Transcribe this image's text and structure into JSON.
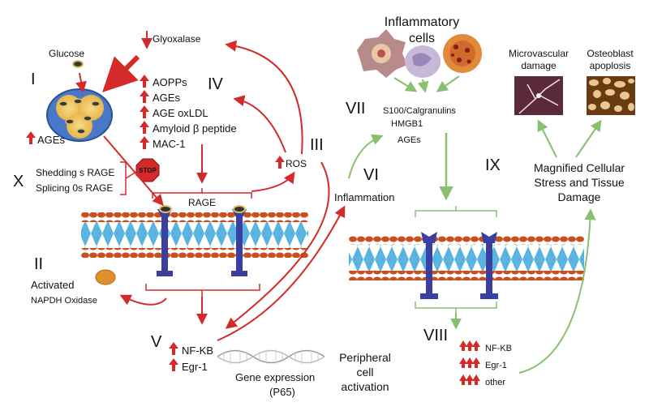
{
  "roman": {
    "I": "I",
    "II": "II",
    "III": "III",
    "IV": "IV",
    "V": "V",
    "VI": "VI",
    "VII": "VII",
    "VIII": "VIII",
    "IX": "IX",
    "X": "X"
  },
  "left": {
    "glucose": "Glucose",
    "glyoxalase": "Glyoxalase",
    "ages_up": "AGEs",
    "ligands": [
      "AOPPs",
      "AGEs",
      "AGE oxLDL",
      "Amyloid β peptide",
      "MAC-1"
    ],
    "shedding": "Shedding s RAGE",
    "splicing": "Splicing 0s RAGE",
    "stop": "STOP",
    "rage": "RAGE",
    "ros": "ROS",
    "activated": "Activated",
    "napdh": "NAPDH Oxidase",
    "nfkb": "NF-KB",
    "egr1": "Egr-1",
    "gene_expression": "Gene expression",
    "p65": "(P65)",
    "peripheral": [
      "Peripheral",
      "cell",
      "activation"
    ]
  },
  "right": {
    "inflammatory": [
      "Inflammatory",
      "cells"
    ],
    "s100": "S100/Calgranulins",
    "hmgb1": "HMGB1",
    "ages": "AGEs",
    "inflammation": "Inflammation",
    "microvascular": [
      "Microvascular",
      "damage"
    ],
    "osteoblast": [
      "Osteoblast",
      "apoplosis"
    ],
    "magnified": [
      "Magnified Cellular",
      "Stress and Tissue",
      "Damage"
    ],
    "nfkb": "NF-KB",
    "egr1": "Egr-1",
    "other": "other"
  },
  "colors": {
    "red_arrow": "#d42a2a",
    "green_arrow": "#88c070",
    "receptor": "#3a3fa0",
    "membrane_head": "#c8501e",
    "membrane_tail": "#5ab4e0"
  }
}
